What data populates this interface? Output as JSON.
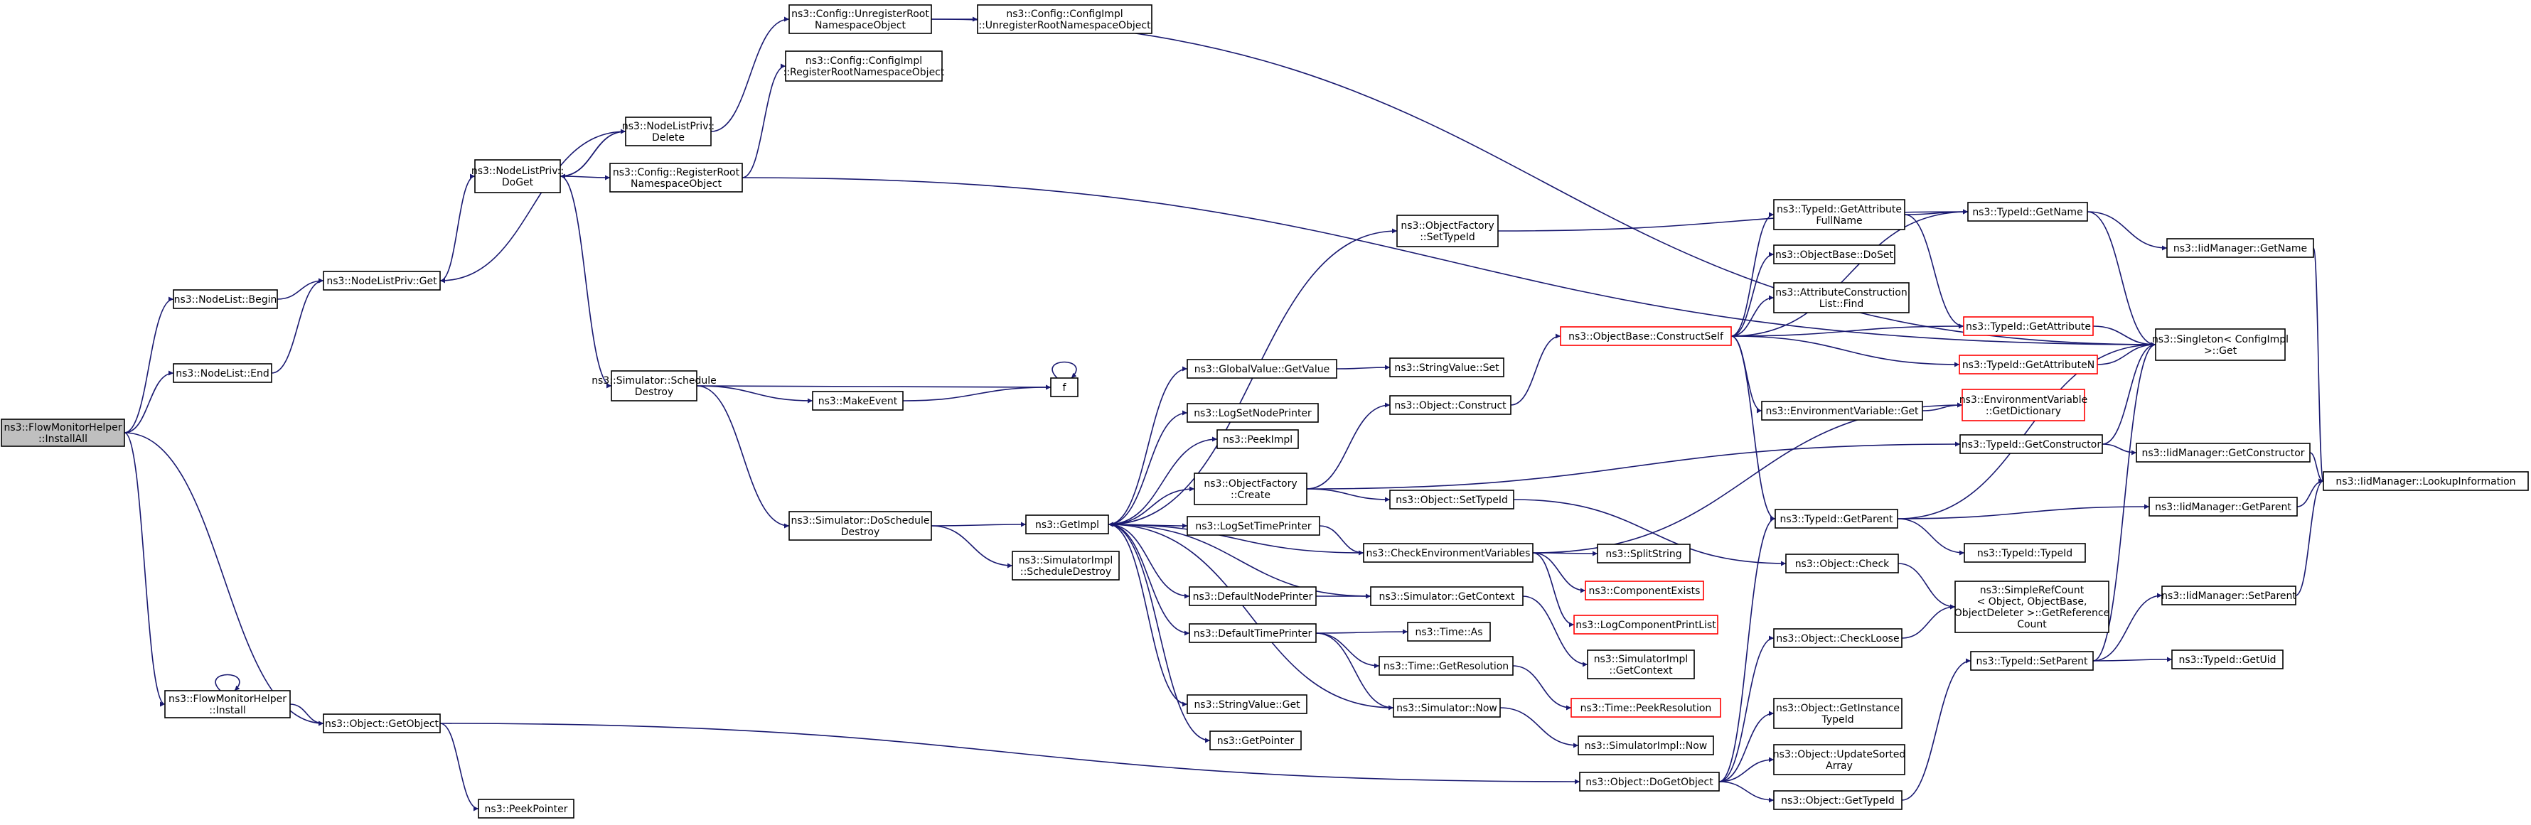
{
  "colors": {
    "edge": "#191970",
    "node_border": "#000000",
    "truncated_border": "#ff0000",
    "root_fill": "#bfbfbf",
    "background": "#ffffff"
  },
  "nodes": [
    {
      "id": "root",
      "lines": [
        "ns3::FlowMonitorHelper",
        "::InstallAll"
      ],
      "style": "root"
    },
    {
      "id": "begin",
      "lines": [
        "ns3::NodeList::Begin"
      ]
    },
    {
      "id": "end",
      "lines": [
        "ns3::NodeList::End"
      ]
    },
    {
      "id": "install",
      "lines": [
        "ns3::FlowMonitorHelper",
        "::Install"
      ]
    },
    {
      "id": "getobject",
      "lines": [
        "ns3::Object::GetObject"
      ]
    },
    {
      "id": "peekpointer",
      "lines": [
        "ns3::PeekPointer"
      ]
    },
    {
      "id": "nlp_get",
      "lines": [
        "ns3::NodeListPriv::Get"
      ]
    },
    {
      "id": "nlp_doget",
      "lines": [
        "ns3::NodeListPriv::",
        "DoGet"
      ]
    },
    {
      "id": "nlp_delete",
      "lines": [
        "ns3::NodeListPriv::",
        "Delete"
      ]
    },
    {
      "id": "cfg_unreg",
      "lines": [
        "ns3::Config::UnregisterRoot",
        "NamespaceObject"
      ]
    },
    {
      "id": "cfgimpl_unreg",
      "lines": [
        "ns3::Config::ConfigImpl",
        "::UnregisterRootNamespaceObject"
      ]
    },
    {
      "id": "cfgimpl_reg",
      "lines": [
        "ns3::Config::ConfigImpl",
        "::RegisterRootNamespaceObject"
      ]
    },
    {
      "id": "cfg_reg",
      "lines": [
        "ns3::Config::RegisterRoot",
        "NamespaceObject"
      ]
    },
    {
      "id": "sim_schedule",
      "lines": [
        "ns3::Simulator::Schedule",
        "Destroy"
      ]
    },
    {
      "id": "makeevent",
      "lines": [
        "ns3::MakeEvent"
      ]
    },
    {
      "id": "f",
      "lines": [
        "f"
      ]
    },
    {
      "id": "sim_doschedule",
      "lines": [
        "ns3::Simulator::DoSchedule",
        "Destroy"
      ]
    },
    {
      "id": "simimpl_schedule",
      "lines": [
        "ns3::SimulatorImpl",
        "::ScheduleDestroy"
      ]
    },
    {
      "id": "getimpl",
      "lines": [
        "ns3::GetImpl"
      ]
    },
    {
      "id": "gv_getvalue",
      "lines": [
        "ns3::GlobalValue::GetValue"
      ]
    },
    {
      "id": "sv_set",
      "lines": [
        "ns3::StringValue::Set"
      ]
    },
    {
      "id": "logsetnode",
      "lines": [
        "ns3::LogSetNodePrinter"
      ]
    },
    {
      "id": "peekimpl",
      "lines": [
        "ns3::PeekImpl"
      ]
    },
    {
      "id": "of_create",
      "lines": [
        "ns3::ObjectFactory",
        "::Create"
      ]
    },
    {
      "id": "of_settypeid",
      "lines": [
        "ns3::ObjectFactory",
        "::SetTypeId"
      ]
    },
    {
      "id": "obj_construct",
      "lines": [
        "ns3::Object::Construct"
      ]
    },
    {
      "id": "obj_settypeid",
      "lines": [
        "ns3::Object::SetTypeId"
      ]
    },
    {
      "id": "logsettime",
      "lines": [
        "ns3::LogSetTimePrinter"
      ]
    },
    {
      "id": "checkenv",
      "lines": [
        "ns3::CheckEnvironmentVariables"
      ]
    },
    {
      "id": "splitstring",
      "lines": [
        "ns3::SplitString"
      ]
    },
    {
      "id": "compexists",
      "lines": [
        "ns3::ComponentExists"
      ],
      "style": "truncated"
    },
    {
      "id": "logcompprint",
      "lines": [
        "ns3::LogComponentPrintList"
      ],
      "style": "truncated"
    },
    {
      "id": "defnodeprinter",
      "lines": [
        "ns3::DefaultNodePrinter"
      ]
    },
    {
      "id": "sim_getcontext",
      "lines": [
        "ns3::Simulator::GetContext"
      ]
    },
    {
      "id": "simimpl_getcontext",
      "lines": [
        "ns3::SimulatorImpl",
        "::GetContext"
      ]
    },
    {
      "id": "deftimeprinter",
      "lines": [
        "ns3::DefaultTimePrinter"
      ]
    },
    {
      "id": "time_as",
      "lines": [
        "ns3::Time::As"
      ]
    },
    {
      "id": "time_getres",
      "lines": [
        "ns3::Time::GetResolution"
      ]
    },
    {
      "id": "time_peekres",
      "lines": [
        "ns3::Time::PeekResolution"
      ],
      "style": "truncated"
    },
    {
      "id": "sim_now",
      "lines": [
        "ns3::Simulator::Now"
      ]
    },
    {
      "id": "simimpl_now",
      "lines": [
        "ns3::SimulatorImpl::Now"
      ]
    },
    {
      "id": "sv_get",
      "lines": [
        "ns3::StringValue::Get"
      ]
    },
    {
      "id": "getpointer",
      "lines": [
        "ns3::GetPointer"
      ]
    },
    {
      "id": "ob_constructself",
      "lines": [
        "ns3::ObjectBase::ConstructSelf"
      ],
      "style": "truncated"
    },
    {
      "id": "tid_getattrfull",
      "lines": [
        "ns3::TypeId::GetAttribute",
        "FullName"
      ]
    },
    {
      "id": "ob_doset",
      "lines": [
        "ns3::ObjectBase::DoSet"
      ]
    },
    {
      "id": "attrconst_find",
      "lines": [
        "ns3::AttributeConstruction",
        "List::Find"
      ]
    },
    {
      "id": "envvar_get",
      "lines": [
        "ns3::EnvironmentVariable::Get"
      ]
    },
    {
      "id": "envvar_getdict",
      "lines": [
        "ns3::EnvironmentVariable",
        "::GetDictionary"
      ],
      "style": "truncated"
    },
    {
      "id": "tid_getname",
      "lines": [
        "ns3::TypeId::GetName"
      ]
    },
    {
      "id": "tid_getattr",
      "lines": [
        "ns3::TypeId::GetAttribute"
      ],
      "style": "truncated"
    },
    {
      "id": "tid_getattrn",
      "lines": [
        "ns3::TypeId::GetAttributeN"
      ],
      "style": "truncated"
    },
    {
      "id": "tid_getconstructor",
      "lines": [
        "ns3::TypeId::GetConstructor"
      ]
    },
    {
      "id": "tid_getparent",
      "lines": [
        "ns3::TypeId::GetParent"
      ]
    },
    {
      "id": "tid_typeid",
      "lines": [
        "ns3::TypeId::TypeId"
      ]
    },
    {
      "id": "obj_check",
      "lines": [
        "ns3::Object::Check"
      ]
    },
    {
      "id": "simplerefcount",
      "lines": [
        "ns3::SimpleRefCount",
        "< Object, ObjectBase,",
        "ObjectDeleter >::GetReference",
        "Count"
      ]
    },
    {
      "id": "obj_checkloose",
      "lines": [
        "ns3::Object::CheckLoose"
      ]
    },
    {
      "id": "tid_setparent",
      "lines": [
        "ns3::TypeId::SetParent"
      ]
    },
    {
      "id": "tid_getuid",
      "lines": [
        "ns3::TypeId::GetUid"
      ]
    },
    {
      "id": "obj_getinstance",
      "lines": [
        "ns3::Object::GetInstance",
        "TypeId"
      ]
    },
    {
      "id": "obj_updatesorted",
      "lines": [
        "ns3::Object::UpdateSorted",
        "Array"
      ]
    },
    {
      "id": "obj_dogetobject",
      "lines": [
        "ns3::Object::DoGetObject"
      ]
    },
    {
      "id": "obj_gettypeid",
      "lines": [
        "ns3::Object::GetTypeId"
      ]
    },
    {
      "id": "iid_getname",
      "lines": [
        "ns3::IidManager::GetName"
      ]
    },
    {
      "id": "singleton_get",
      "lines": [
        "ns3::Singleton< ConfigImpl",
        " >::Get"
      ]
    },
    {
      "id": "iid_getconstructor",
      "lines": [
        "ns3::IidManager::GetConstructor"
      ]
    },
    {
      "id": "iid_getparent",
      "lines": [
        "ns3::IidManager::GetParent"
      ]
    },
    {
      "id": "iid_setparent",
      "lines": [
        "ns3::IidManager::SetParent"
      ]
    },
    {
      "id": "iid_lookup",
      "lines": [
        "ns3::IidManager::LookupInformation"
      ]
    }
  ]
}
